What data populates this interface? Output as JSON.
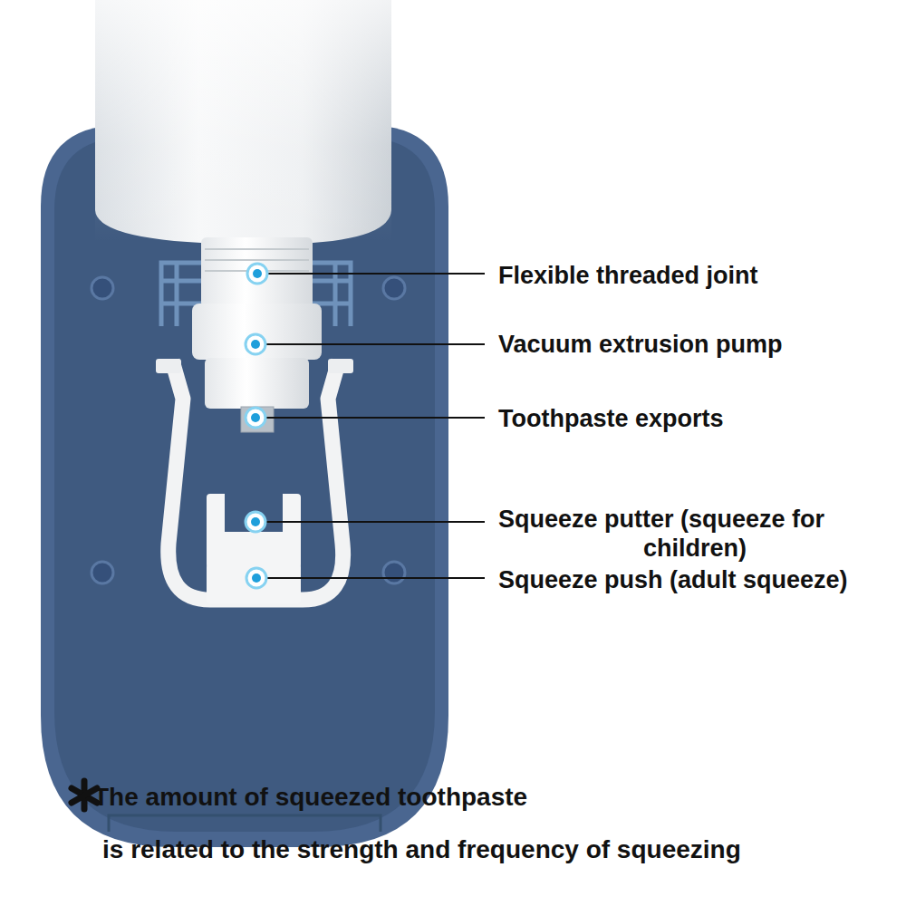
{
  "diagram": {
    "labels": [
      "Flexible threaded joint",
      "Vacuum extrusion pump",
      "Toothpaste exports",
      "Squeeze putter (squeeze for children)",
      "Squeeze push (adult squeeze)",
      "The amount of squeezed toothpaste is related to the strength and frequency of squeezing"
    ]
  }
}
